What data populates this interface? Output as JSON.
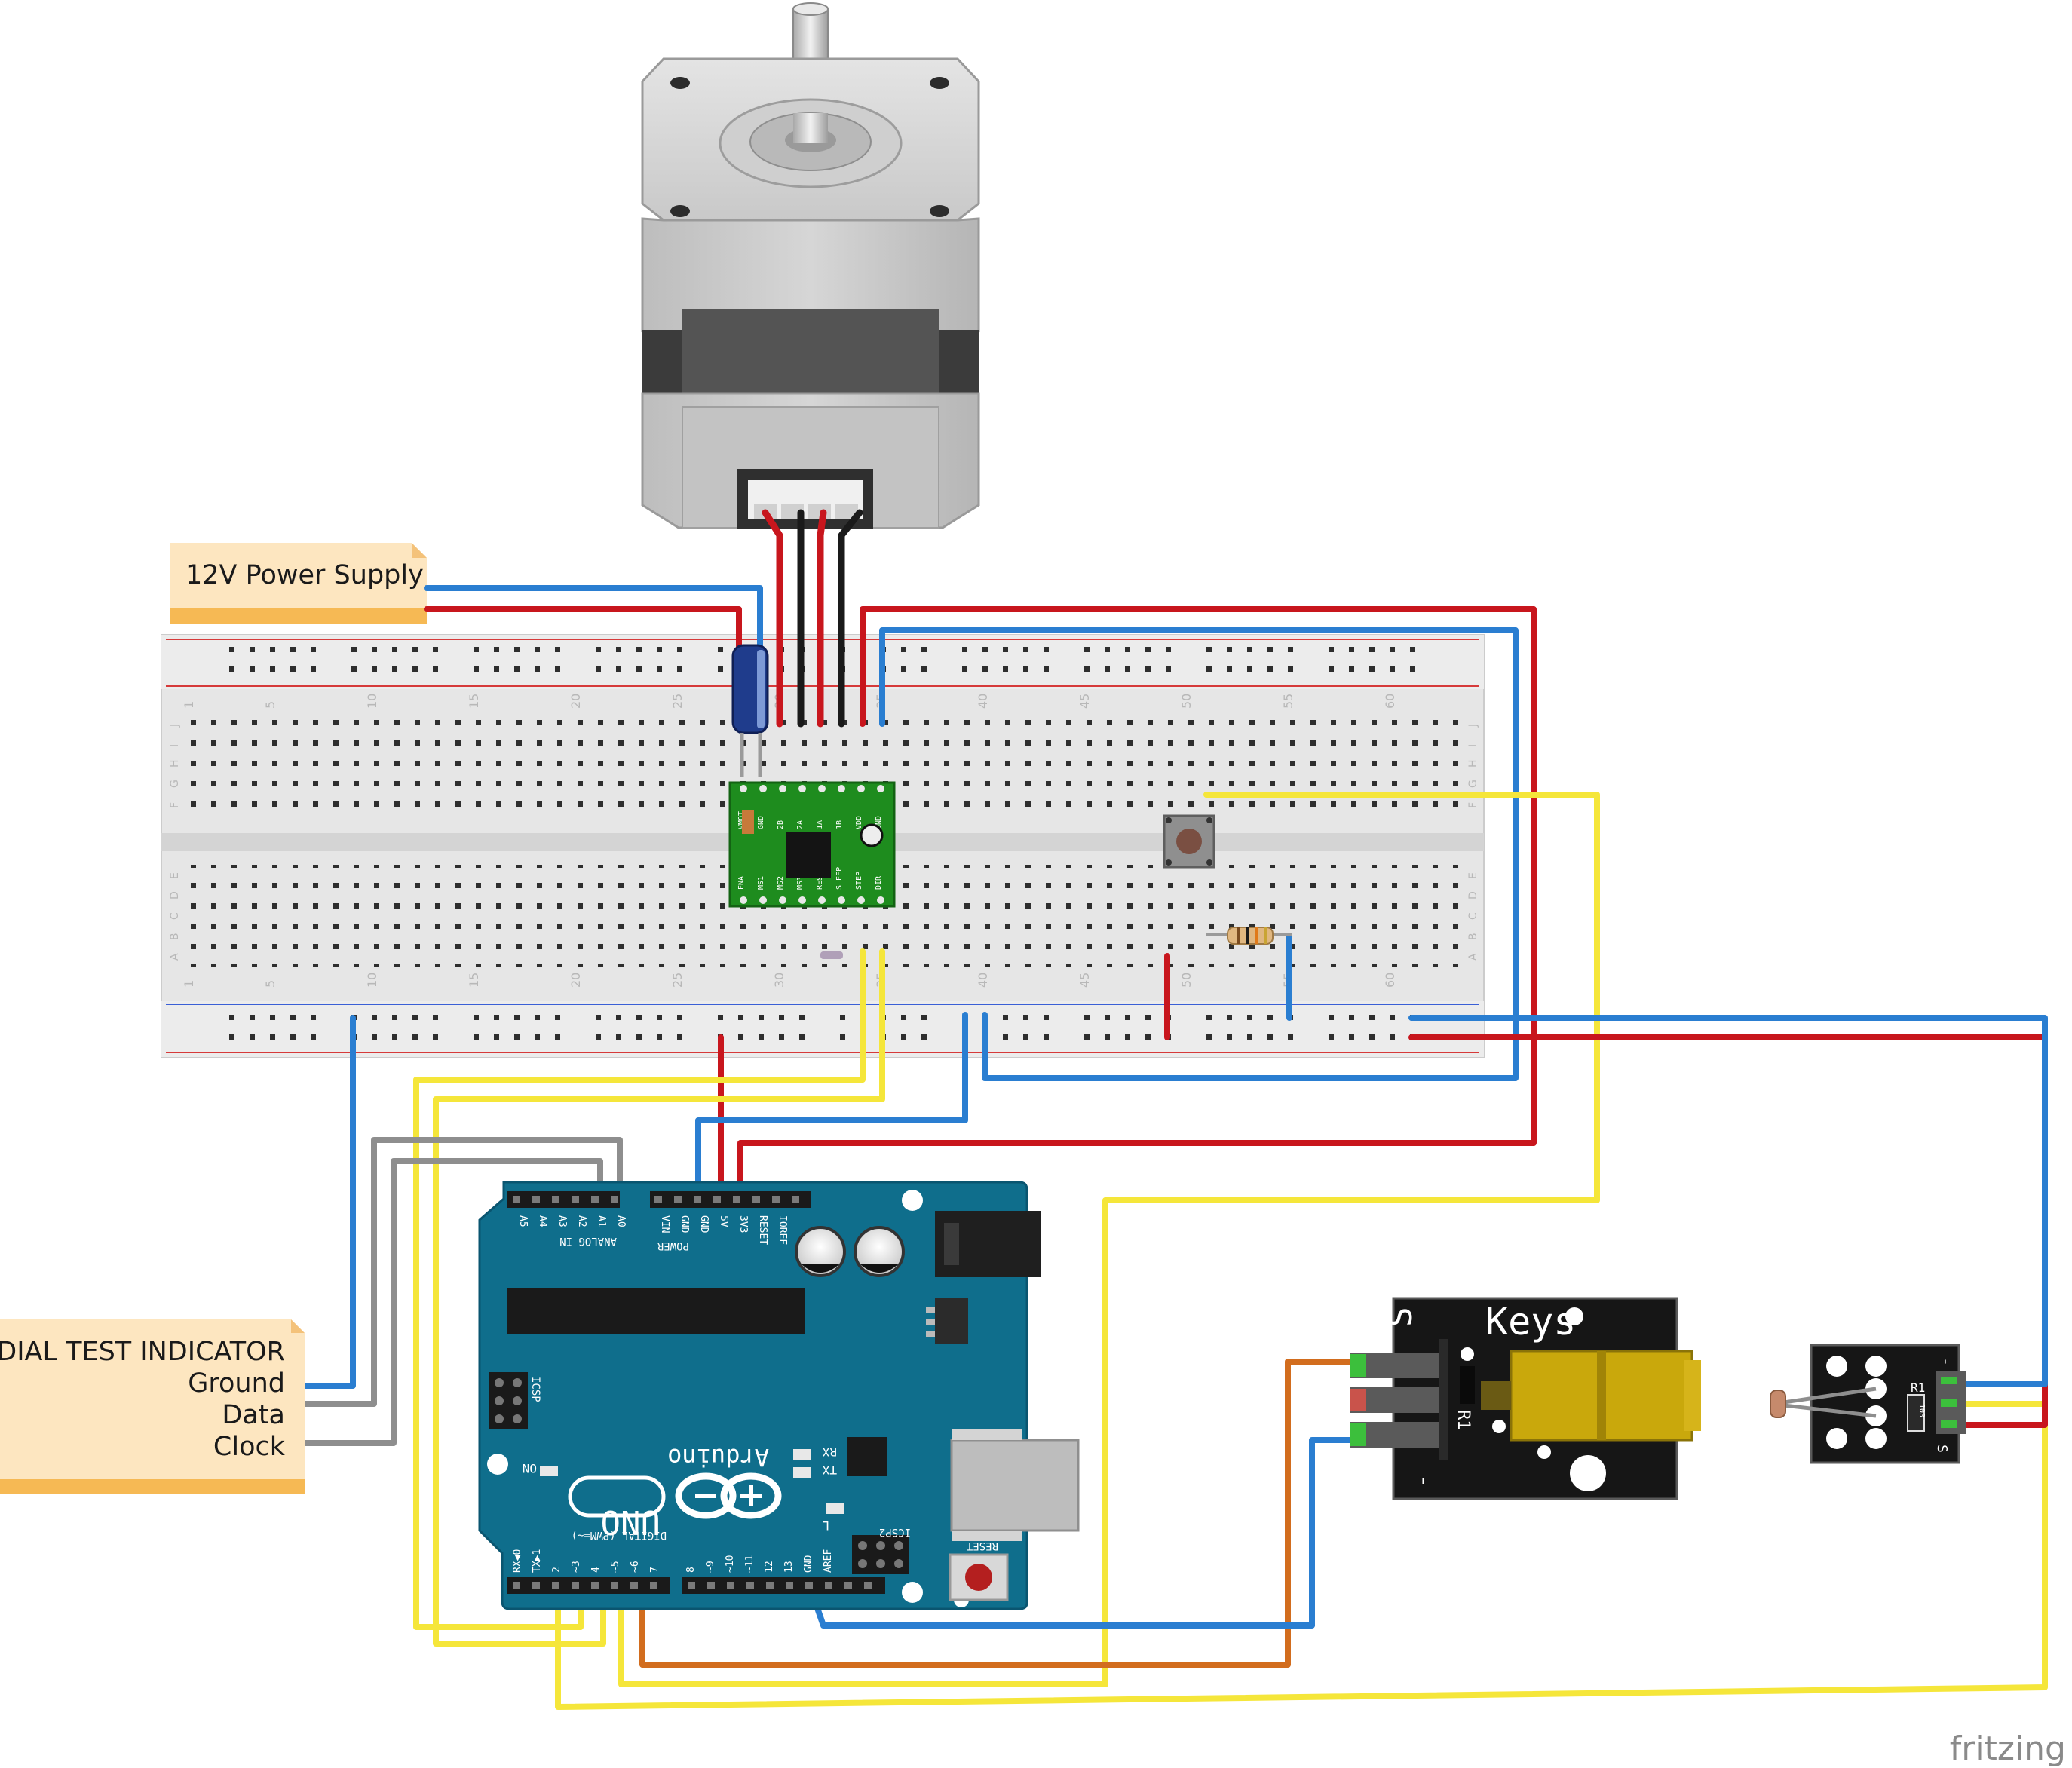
{
  "notes": {
    "power_supply": "12V Power Supply",
    "indicator_title": "DIAL TEST INDICATOR",
    "indicator_ground": "Ground",
    "indicator_data": "Data",
    "indicator_clock": "Clock"
  },
  "breadboard": {
    "column_numbers": [
      "1",
      "5",
      "10",
      "15",
      "20",
      "25",
      "30",
      "35",
      "40",
      "45",
      "50",
      "55",
      "60"
    ],
    "row_letters_top": [
      "J",
      "I",
      "H",
      "G",
      "F"
    ],
    "row_letters_bottom": [
      "E",
      "D",
      "C",
      "B",
      "A"
    ]
  },
  "driver": {
    "top_pins": [
      "VMOT",
      "GND",
      "2B",
      "2A",
      "1A",
      "1B",
      "VDD",
      "GND"
    ],
    "bottom_pins": [
      "ENA",
      "MS1",
      "MS2",
      "MS3",
      "RESET",
      "SLEEP",
      "STEP",
      "DIR"
    ]
  },
  "arduino": {
    "analog_pins": [
      "A5",
      "A4",
      "A3",
      "A2",
      "A1",
      "A0"
    ],
    "analog_label": "ANALOG IN",
    "power_pins": [
      "VIN",
      "GND",
      "GND",
      "5V",
      "3V3",
      "RESET",
      "IOREF"
    ],
    "power_label": "POWER",
    "icsp": "ICSP",
    "icsp2": "ICSP2",
    "on": "ON",
    "rx": "RX",
    "tx": "TX",
    "l": "L",
    "brand": "Arduino",
    "uno": "UNO",
    "digital_label": "DIGITAL (PWM=~)",
    "reset": "RESET",
    "digital_low": [
      "RX◀0",
      "TX▶1",
      "2",
      "~3",
      "4",
      "~5",
      "~6",
      "7"
    ],
    "digital_high": [
      "8",
      "~9",
      "~10",
      "~11",
      "12",
      "13",
      "GND",
      "AREF"
    ]
  },
  "laser_module": {
    "s": "S",
    "brand": "Keys",
    "r1": "R1",
    "minus": "-"
  },
  "sensor_module": {
    "r1": "R1",
    "s": "S",
    "minus": "-",
    "code": "103"
  },
  "watermark": "fritzing",
  "colors": {
    "wire_red": "#c8161d",
    "wire_blue": "#2a7ed1",
    "wire_yellow": "#f5e63a",
    "wire_gray": "#8e8e8e",
    "wire_orange": "#d26d1e",
    "wire_black": "#1a1a1a",
    "arduino_blue": "#0f6e8c",
    "driver_green": "#1e8c1e",
    "note_fill": "#fde6c0",
    "note_band": "#f6b954"
  }
}
